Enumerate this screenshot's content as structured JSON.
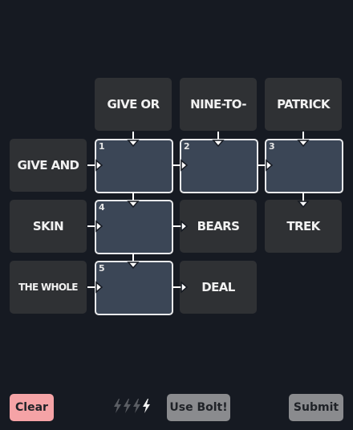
{
  "clues": {
    "col1": "GIVE OR",
    "col2": "NINE-TO-",
    "col3": "PATRICK",
    "row1": "GIVE AND",
    "row2_left": "SKIN",
    "row2_right": "BEARS",
    "row2_far": "TREK",
    "row3_left": "THE WHOLE",
    "row3_right": "DEAL"
  },
  "cells": [
    "1",
    "2",
    "3",
    "4",
    "5"
  ],
  "controls": {
    "clear_label": "Clear",
    "bolt_label": "Use Bolt!",
    "submit_label": "Submit",
    "bolts_total": 4,
    "bolts_used": 3
  },
  "colors": {
    "background": "#161a22",
    "clue_tile": "#2f3134",
    "cell_fill": "#3b4656",
    "clear_button": "#f5a3a6",
    "gray_button": "#8a8b8e"
  }
}
